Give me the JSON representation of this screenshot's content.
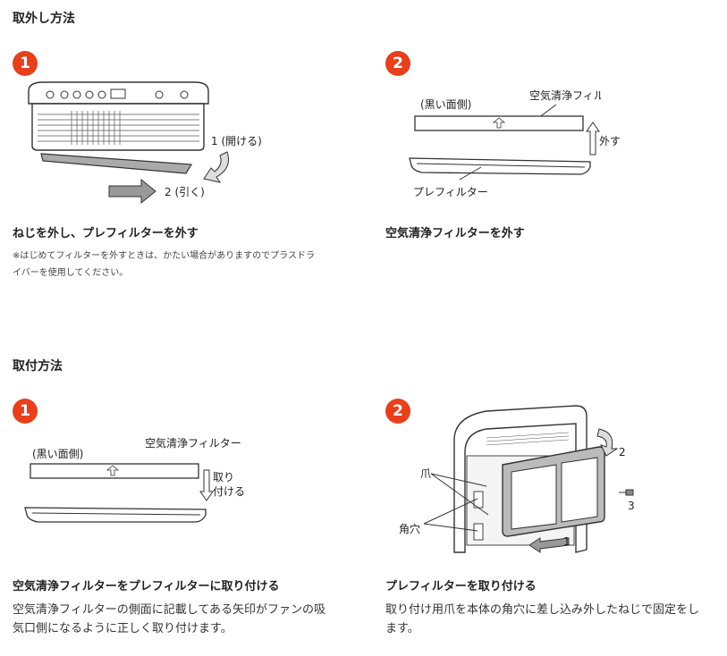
{
  "removal": {
    "title": "取外し方法",
    "step1": {
      "number": "1",
      "labels": {
        "open": "1 (開ける)",
        "pull": "2 (引く)"
      },
      "heading": "ねじを外し、プレフィルターを外す",
      "note_line1": "※はじめてフィルターを外すときは、かたい場合がありますのでプラスドラ",
      "note_line2": "イバーを使用してください。"
    },
    "step2": {
      "number": "2",
      "labels": {
        "black_side": "(黒い面側)",
        "filter": "空気清浄フィルター",
        "remove": "外す",
        "prefilter": "プレフィルター"
      },
      "heading": "空気清浄フィルターを外す"
    }
  },
  "install": {
    "title": "取付方法",
    "step1": {
      "number": "1",
      "labels": {
        "black_side": "(黒い面側)",
        "filter": "空気清浄フィルター",
        "attach_1": "取り",
        "attach_2": "付ける"
      },
      "heading": "空気清浄フィルターをプレフィルターに取り付ける",
      "desc_line1": "空気清浄フィルターの側面に記載してある矢印がファンの吸",
      "desc_line2": "気口側になるように正しく取り付けます。"
    },
    "step2": {
      "number": "2",
      "labels": {
        "claw": "爪",
        "hole": "角穴",
        "n1": "1",
        "n2": "2",
        "n3": "3"
      },
      "heading": "プレフィルターを取り付ける",
      "desc_line1": "取り付け用爪を本体の角穴に差し込み外したねじで固定をし",
      "desc_line2": "ます。"
    }
  },
  "colors": {
    "badge": "#e8401c"
  }
}
